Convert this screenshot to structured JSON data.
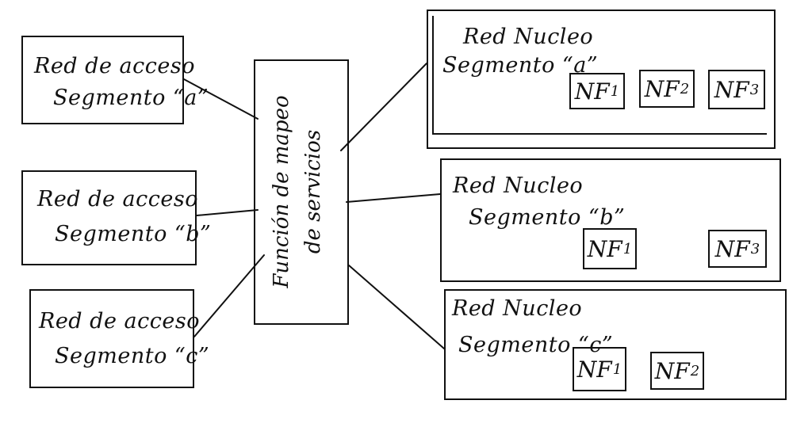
{
  "access_segments": [
    {
      "line1": "Red de acceso",
      "line2": "Segmento “a”"
    },
    {
      "line1": "Red de acceso",
      "line2": "Segmento “b”"
    },
    {
      "line1": "Red de acceso",
      "line2": "Segmento “c”"
    }
  ],
  "mapping_function": {
    "line1": "Función de mapeo",
    "line2": "de servicios"
  },
  "core_segments": [
    {
      "line1": "Red Nucleo",
      "line2": "Segmento “a”",
      "nfs": [
        {
          "base": "NF",
          "sub": "1"
        },
        {
          "base": "NF",
          "sub": "2"
        },
        {
          "base": "NF",
          "sub": "3"
        }
      ]
    },
    {
      "line1": "Red Nucleo",
      "line2": "Segmento “b”",
      "nfs": [
        {
          "base": "NF",
          "sub": "1"
        },
        {
          "base": "NF",
          "sub": "3"
        }
      ]
    },
    {
      "line1": "Red Nucleo",
      "line2": "Segmento “c”",
      "nfs": [
        {
          "base": "NF",
          "sub": "1"
        },
        {
          "base": "NF",
          "sub": "2"
        }
      ]
    }
  ]
}
